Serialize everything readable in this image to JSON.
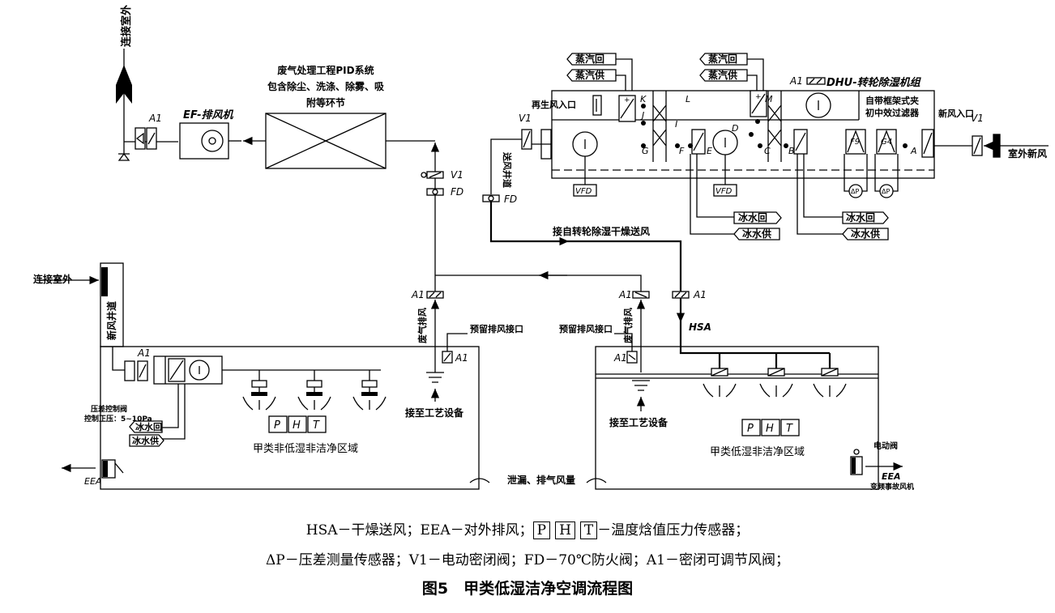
{
  "labels": {
    "connect_outdoor_top": "连接室外",
    "connect_outdoor_left": "连接室外",
    "ef_fan": "EF-排风机",
    "waste_title_1": "废气处理工程PID系统",
    "waste_title_2": "包含除尘、洗涤、除雾、吸",
    "waste_title_3": "附等环节",
    "a1": "A1",
    "v1": "V1",
    "fd": "FD",
    "vfd": "VFD",
    "steam_return": "蒸汽回",
    "steam_supply": "蒸汽供",
    "dhu_title": "DHU-转轮除湿机组",
    "regen_inlet": "再生风入口",
    "filter_note_1": "自带框架式夹",
    "filter_note_2": "初中效过滤器",
    "fresh_inlet": "新风入口",
    "outdoor_fresh": "室外新风",
    "supply_ductwell": "送风井道",
    "chw_return": "冰水回",
    "chw_supply": "冰水供",
    "dry_supply_from": "接自转轮除湿干燥送风",
    "fresh_shaft": "新风井道",
    "exhaust": "废气排风",
    "reserve_port": "预留排风接口",
    "hsa": "HSA",
    "to_equipment": "接至工艺设备",
    "pht_p": "P",
    "pht_h": "H",
    "pht_t": "T",
    "zone_left": "甲类非低湿非洁净区域",
    "zone_right": "甲类低湿非洁净区域",
    "leak_exhaust": "泄漏、排气风量",
    "pressure_valve_1": "压差控制阀",
    "pressure_valve_2": "控制正压：5~10Pa",
    "eea": "EEA",
    "motor_valve": "电动阀",
    "vfd_fan": "变频事故风机",
    "dp": "ΔP",
    "f9": "F9",
    "g4": "G4",
    "points": [
      "K",
      "J",
      "M",
      "L",
      "I",
      "F",
      "E",
      "D",
      "C",
      "B",
      "A",
      "G"
    ]
  },
  "legend": {
    "line1_a": "HSA－干燥送风；EEA－对外排风；",
    "line1_b": "－温度焓值压力传感器；",
    "line2": "ΔP－压差测量传感器；V1－电动密闭阀；FD－70℃防火阀；A1－密闭可调节风阀；"
  },
  "caption": "图5　甲类低湿洁净空调流程图"
}
